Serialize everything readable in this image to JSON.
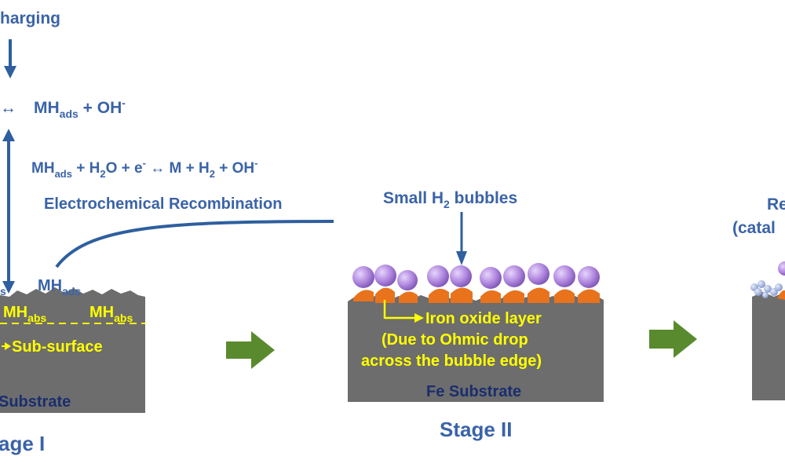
{
  "colors": {
    "text_blue": "#3a63a8",
    "text_navy": "#1a2e6e",
    "substrate_gray": "#6d6d6d",
    "oxide_orange": "#e8731c",
    "bubble_purple": "#b38be0",
    "arrow_green": "#5a8a2e",
    "label_yellow": "#ffff00"
  },
  "stage1": {
    "charging": "harging",
    "reaction1": {
      "mh": "MH",
      "sub": "ads",
      "rest": " + OH",
      "sup": "-"
    },
    "reaction2": {
      "a": "MH",
      "a_sub": "ads",
      "b": " + H",
      "b_sub": "2",
      "c": "O + e",
      "c_sup": "-",
      "d": " ↔ M + H",
      "d_sub": "2",
      "e": " + OH",
      "e_sup": "-"
    },
    "recombination": "Electrochemical Recombination",
    "mh_ads_surface": {
      "mh": "MH",
      "sub": "ads"
    },
    "s_fragment": "s",
    "mh_abs_1": {
      "mh": "MH",
      "sub": "abs"
    },
    "mh_abs_2": {
      "mh": "MH",
      "sub": "abs"
    },
    "subsurface": "Sub-surface",
    "substrate": "Substrate",
    "stage_label": "age I"
  },
  "stage2": {
    "bubbles_label": {
      "a": "Small H",
      "sub": "2",
      "b": " bubbles"
    },
    "oxide_line1": "Iron oxide layer",
    "oxide_line2": "(Due to Ohmic drop",
    "oxide_line3": "across the bubble edge)",
    "substrate": "Fe Substrate",
    "stage_label": "Stage II"
  },
  "stage3": {
    "label_line1": "Re",
    "label_line2": "(catal"
  },
  "icons": {
    "double_arrow": "↔",
    "down_arrow": "arrow-down",
    "vertical_double_arrow": "arrow-up-down",
    "progress_arrow": "chevron-arrow-right"
  }
}
